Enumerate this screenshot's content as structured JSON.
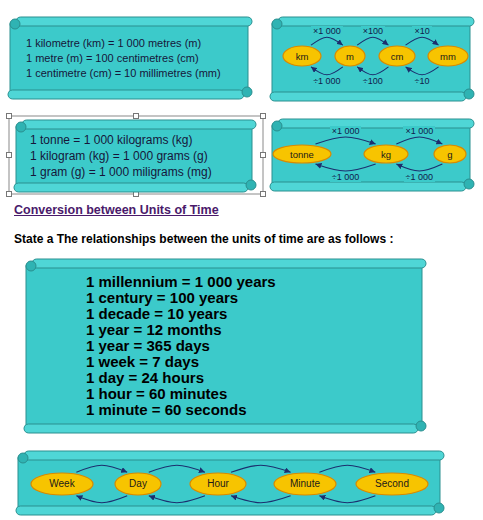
{
  "diagram": {
    "title": "Conversion between Units of Time",
    "nodes": [
      {
        "text": [
          "1 kilometre (km) = 1 000 metres (m)",
          "1 metre (m) = 100 centimetres (cm)",
          "1 centimetre (cm) = 10 millimetres (mm)"
        ]
      },
      {
        "text": [
          "km"
        ]
      },
      {
        "text": [
          "m"
        ]
      },
      {
        "text": [
          "cm"
        ]
      },
      {
        "text": [
          "mm"
        ]
      },
      {
        "text": [
          "1 tonne = 1 000 kilograms (kg)",
          "1 kilogram (kg) = 1 000 grams (g)",
          "1 gram (g) = 1 000 miligrams (mg)"
        ]
      },
      {
        "text": [
          "tonne"
        ]
      },
      {
        "text": [
          "kg"
        ]
      },
      {
        "text": [
          "g"
        ]
      },
      {
        "text": [
          "1 millennium = 1 000 years",
          "1 century = 100 years",
          "1 decade = 10 years",
          "1 year = 12 months",
          "1 year = 365 days",
          "1 week = 7 days",
          "1 day = 24 hours",
          "1 hour = 60 minutes",
          "1 minute = 60 seconds"
        ]
      },
      {
        "text": [
          "Week"
        ]
      },
      {
        "text": [
          "Day"
        ]
      },
      {
        "text": [
          "Hour"
        ]
      },
      {
        "text": [
          "Minute"
        ]
      },
      {
        "text": [
          "Second"
        ]
      }
    ],
    "edges": [
      {
        "from": 1,
        "to": 2,
        "arrow": "to",
        "label": "×1 000"
      },
      {
        "from": 2,
        "to": 3,
        "arrow": "to",
        "label": "×100"
      },
      {
        "from": 3,
        "to": 4,
        "arrow": "to",
        "label": "×10"
      },
      {
        "from": 2,
        "to": 1,
        "arrow": "to",
        "label": "÷1 000"
      },
      {
        "from": 3,
        "to": 2,
        "arrow": "to",
        "label": "÷100"
      },
      {
        "from": 4,
        "to": 3,
        "arrow": "to",
        "label": "÷10"
      },
      {
        "from": 6,
        "to": 7,
        "arrow": "to",
        "label": "×1 000"
      },
      {
        "from": 7,
        "to": 8,
        "arrow": "to",
        "label": "×1 000"
      },
      {
        "from": 7,
        "to": 6,
        "arrow": "to",
        "label": "÷1 000"
      },
      {
        "from": 8,
        "to": 7,
        "arrow": "to",
        "label": "÷1 000"
      },
      {
        "from": 10,
        "to": 11,
        "arrow": "to"
      },
      {
        "from": 11,
        "to": 12,
        "arrow": "to"
      },
      {
        "from": 12,
        "to": 13,
        "arrow": "to"
      },
      {
        "from": 13,
        "to": 14,
        "arrow": "to"
      },
      {
        "from": 11,
        "to": 10,
        "arrow": "to"
      },
      {
        "from": 12,
        "to": 11,
        "arrow": "to"
      },
      {
        "from": 13,
        "to": 12,
        "arrow": "to"
      },
      {
        "from": 14,
        "to": 13,
        "arrow": "to"
      }
    ],
    "labels": [
      "State a The relationships between the units of time are as follows :"
    ]
  }
}
